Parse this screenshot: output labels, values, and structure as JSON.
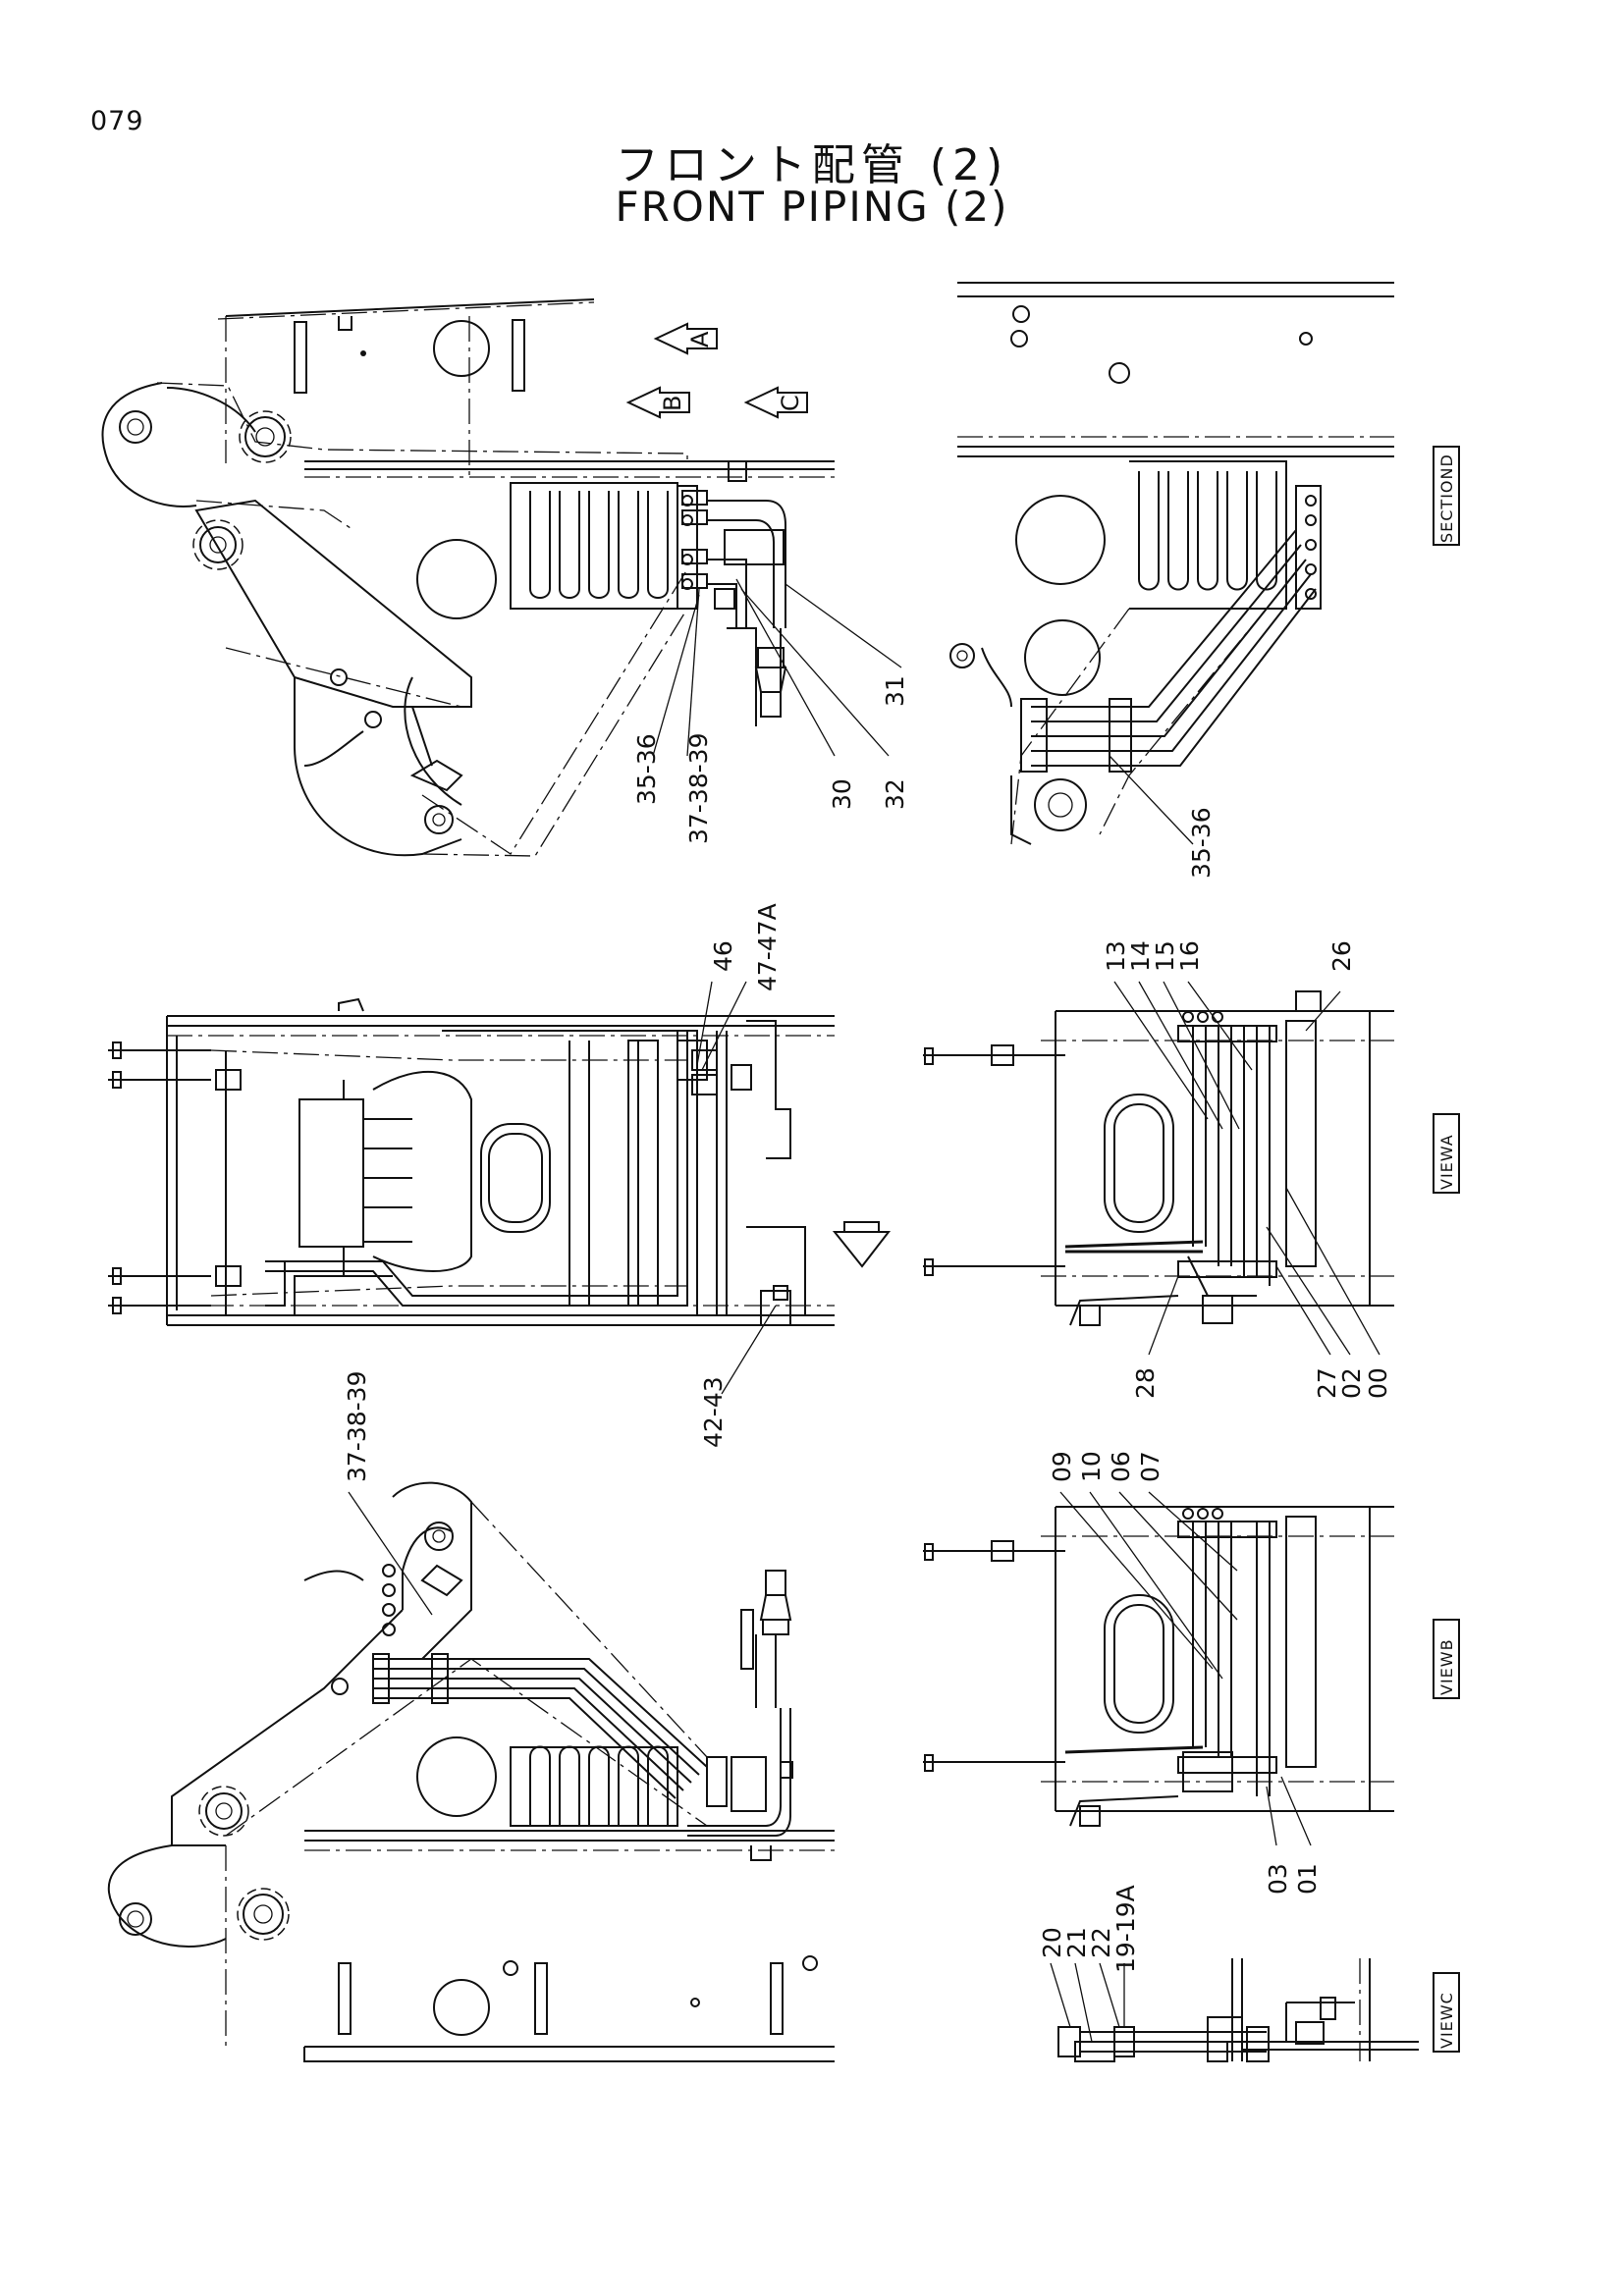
{
  "page_number": "079",
  "title_jp": "フロント配管 (2)",
  "title_en": "FRONT PIPING (2)",
  "views": {
    "section_d": "SECTIOND",
    "view_a": "VIEWA",
    "view_b": "VIEWB",
    "view_c": "VIEWC"
  },
  "arrows": {
    "a": "A",
    "b": "B",
    "c": "C"
  },
  "callouts": {
    "top_left": [
      "35\n-\n36",
      "37\n-\n38\n-\n39",
      "30",
      "32",
      "31"
    ],
    "section_d": [
      "35\n-\n36"
    ],
    "mid_left": [
      "46",
      "47\n-\n47A",
      "42\n-\n43"
    ],
    "view_a": [
      "13",
      "14",
      "15",
      "16",
      "26",
      "28",
      "27",
      "02",
      "00"
    ],
    "bottom_left": [
      "37\n-\n38\n-\n39"
    ],
    "view_b": [
      "09",
      "10",
      "06",
      "07",
      "03",
      "01"
    ],
    "view_c": [
      "20",
      "21",
      "22",
      "19\n-\n19A"
    ]
  }
}
